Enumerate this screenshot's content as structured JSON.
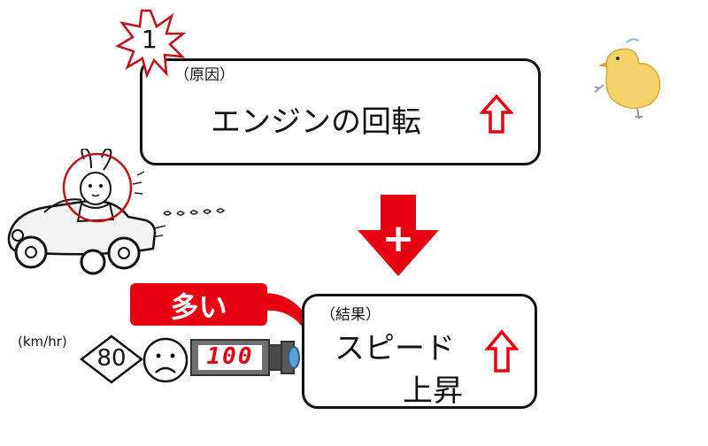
{
  "badge": {
    "number": "1"
  },
  "cause_box": {
    "tag": "（原因）",
    "text": "エンジンの回転",
    "arrow_icon": "up-arrow-outline-red"
  },
  "plus_arrow": {
    "symbol": "+",
    "icon": "down-arrow-red-with-plus"
  },
  "callout": {
    "text": "多い"
  },
  "result_box": {
    "tag": "（結果）",
    "line1": "スピード",
    "line2": "上昇",
    "arrow_icon": "up-arrow-outline-red"
  },
  "speed_unit": "(km/hr)",
  "speed_sign": "80",
  "speedometer": {
    "display": "100"
  },
  "colors": {
    "accent": "#e60012",
    "border": "#111111",
    "meter_display": "#e60012"
  }
}
